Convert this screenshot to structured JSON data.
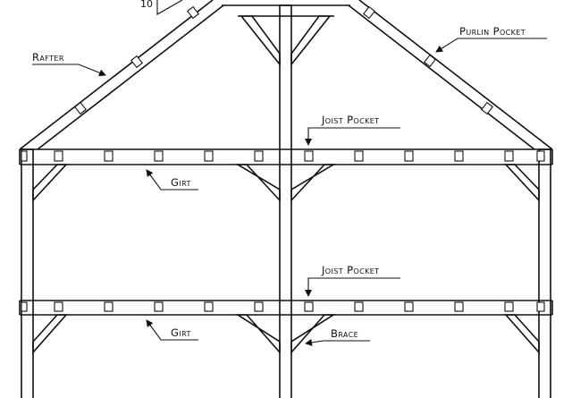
{
  "labels": {
    "rafter": "Rafter",
    "purlin_pocket": "Purlin Pocket",
    "joist_pocket_upper": "Joist Pocket",
    "joist_pocket_lower": "Joist Pocket",
    "girt_upper": "Girt",
    "girt_lower": "Girt",
    "brace": "Brace",
    "pitch": "10"
  },
  "colors": {
    "line": "#111111",
    "background": "#ffffff"
  }
}
